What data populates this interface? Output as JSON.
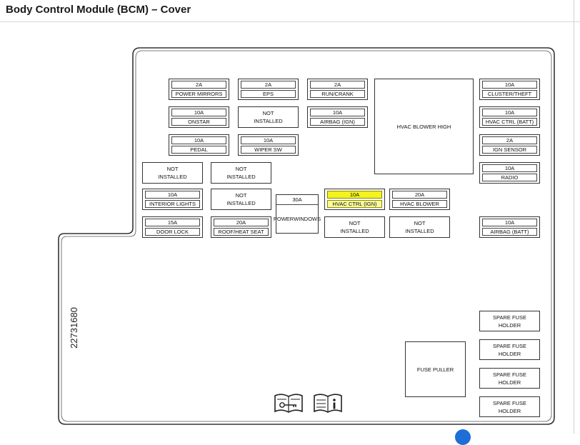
{
  "title": "Body Control Module (BCM) – Cover",
  "part_number": "22731680",
  "highlight_color": "#f3f31d",
  "rows": {
    "r1": [
      {
        "amp": "2A",
        "name": "POWER MIRRORS"
      },
      {
        "amp": "2A",
        "name": "EPS"
      },
      {
        "amp": "2A",
        "name": "RUN/CRANK"
      }
    ],
    "r2": [
      {
        "amp": "10A",
        "name": "ONSTAR"
      },
      {
        "line1": "NOT",
        "line2": "INSTALLED"
      },
      {
        "amp": "10A",
        "name": "AIRBAG (IGN)"
      }
    ],
    "r3": [
      {
        "amp": "10A",
        "name": "PEDAL"
      },
      {
        "amp": "10A",
        "name": "WIPER SW"
      }
    ],
    "r4": [
      {
        "line1": "NOT",
        "line2": "INSTALLED"
      },
      {
        "line1": "NOT",
        "line2": "INSTALLED"
      }
    ],
    "r5": [
      {
        "amp": "10A",
        "name": "INTERIOR LIGHTS"
      },
      {
        "line1": "NOT",
        "line2": "INSTALLED"
      },
      {
        "amp": "10A",
        "name": "HVAC CTRL (IGN)"
      },
      {
        "amp": "20A",
        "name": "HVAC BLOWER"
      }
    ],
    "r6": [
      {
        "amp": "15A",
        "name": "DOOR LOCK"
      },
      {
        "amp": "20A",
        "name": "ROOF/HEAT SEAT"
      },
      {
        "line1": "NOT",
        "line2": "INSTALLED"
      },
      {
        "line1": "NOT",
        "line2": "INSTALLED"
      }
    ]
  },
  "power_windows": {
    "amp": "30A",
    "line1": "POWER",
    "line2": "WINDOWS"
  },
  "hvac_blower_high": "HVAC BLOWER HIGH",
  "right_column": [
    {
      "amp": "10A",
      "name": "CLUSTER/THEFT"
    },
    {
      "amp": "10A",
      "name": "HVAC CTRL (BATT)"
    },
    {
      "amp": "2A",
      "name": "IGN SENSOR"
    },
    {
      "amp": "10A",
      "name": "RADIO"
    },
    {
      "amp": "10A",
      "name": "AIRBAG (BATT)"
    }
  ],
  "spares": [
    {
      "line1": "SPARE FUSE",
      "line2": "HOLDER"
    },
    {
      "line1": "SPARE FUSE",
      "line2": "HOLDER"
    },
    {
      "line1": "SPARE FUSE",
      "line2": "HOLDER"
    },
    {
      "line1": "SPARE FUSE",
      "line2": "HOLDER"
    }
  ],
  "fuse_puller": "FUSE PULLER",
  "icons": [
    "manual-key-icon",
    "manual-info-icon"
  ]
}
